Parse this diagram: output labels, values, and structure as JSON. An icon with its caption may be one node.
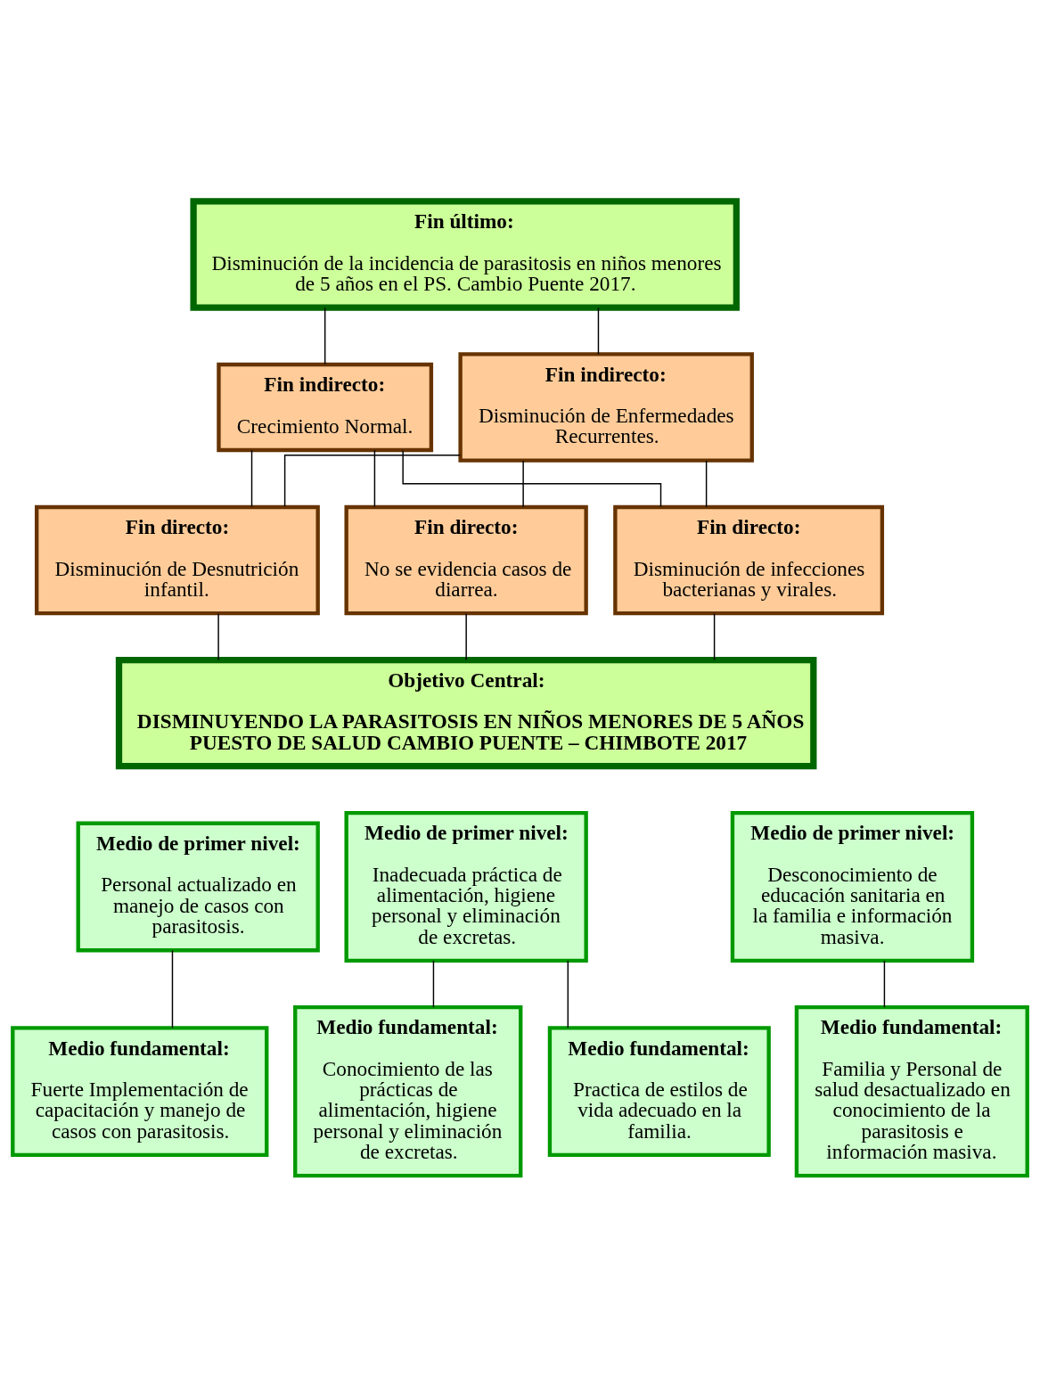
{
  "diagram": {
    "nodes": [
      {
        "text": [
          "Fin último:",
          "Disminución de la incidencia de parasitosis en niños menores de 5 años en el PS. Cambio Puente 2017."
        ]
      },
      {
        "text": [
          "Fin indirecto:",
          "Crecimiento Normal."
        ]
      },
      {
        "text": [
          "Fin indirecto:",
          "Disminución de Enfermedades Recurrentes."
        ]
      },
      {
        "text": [
          "Fin directo:",
          "Disminución de Desnutrición infantil."
        ]
      },
      {
        "text": [
          "Fin directo:",
          "No se evidencia casos de diarrea."
        ]
      },
      {
        "text": [
          "Fin directo:",
          "Disminución de infecciones bacterianas y virales."
        ]
      },
      {
        "text": [
          "Objetivo Central:",
          "DISMINUYENDO LA PARASITOSIS EN NIÑOS MENORES DE 5 AÑOS PUESTO DE SALUD CAMBIO PUENTE – CHIMBOTE 2017"
        ]
      },
      {
        "text": [
          "Medio de primer nivel:",
          "Personal actualizado en manejo de casos con parasitosis."
        ]
      },
      {
        "text": [
          "Medio de primer nivel:",
          "Inadecuada práctica de alimentación, higiene personal y eliminación de excretas."
        ]
      },
      {
        "text": [
          "Medio de primer nivel:",
          "Desconocimiento de educación sanitaria en la familia e información masiva."
        ]
      },
      {
        "text": [
          "Medio fundamental:",
          "Fuerte Implementación de capacitación y manejo de casos con parasitosis."
        ]
      },
      {
        "text": [
          "Medio fundamental:",
          "Conocimiento de las prácticas de alimentación, higiene personal y eliminación de excretas."
        ]
      },
      {
        "text": [
          "Medio fundamental:",
          "Practica de estilos de vida adecuado en la familia."
        ]
      },
      {
        "text": [
          "Medio fundamental:",
          "Familia y Personal de salud desactualizado en conocimiento de la parasitosis e información masiva."
        ]
      }
    ],
    "edges": [
      {
        "from": 0,
        "to": 1,
        "arrow": "none"
      },
      {
        "from": 0,
        "to": 2,
        "arrow": "none"
      },
      {
        "from": 1,
        "to": 3,
        "arrow": "none"
      },
      {
        "from": 1,
        "to": 4,
        "arrow": "none"
      },
      {
        "from": 1,
        "to": 5,
        "arrow": "none"
      },
      {
        "from": 2,
        "to": 3,
        "arrow": "none"
      },
      {
        "from": 2,
        "to": 4,
        "arrow": "none"
      },
      {
        "from": 2,
        "to": 5,
        "arrow": "none"
      },
      {
        "from": 3,
        "to": 6,
        "arrow": "none"
      },
      {
        "from": 4,
        "to": 6,
        "arrow": "none"
      },
      {
        "from": 5,
        "to": 6,
        "arrow": "none"
      },
      {
        "from": 7,
        "to": 10,
        "arrow": "none"
      },
      {
        "from": 8,
        "to": 11,
        "arrow": "none"
      },
      {
        "from": 8,
        "to": 12,
        "arrow": "none"
      },
      {
        "from": 9,
        "to": 13,
        "arrow": "none"
      }
    ]
  }
}
